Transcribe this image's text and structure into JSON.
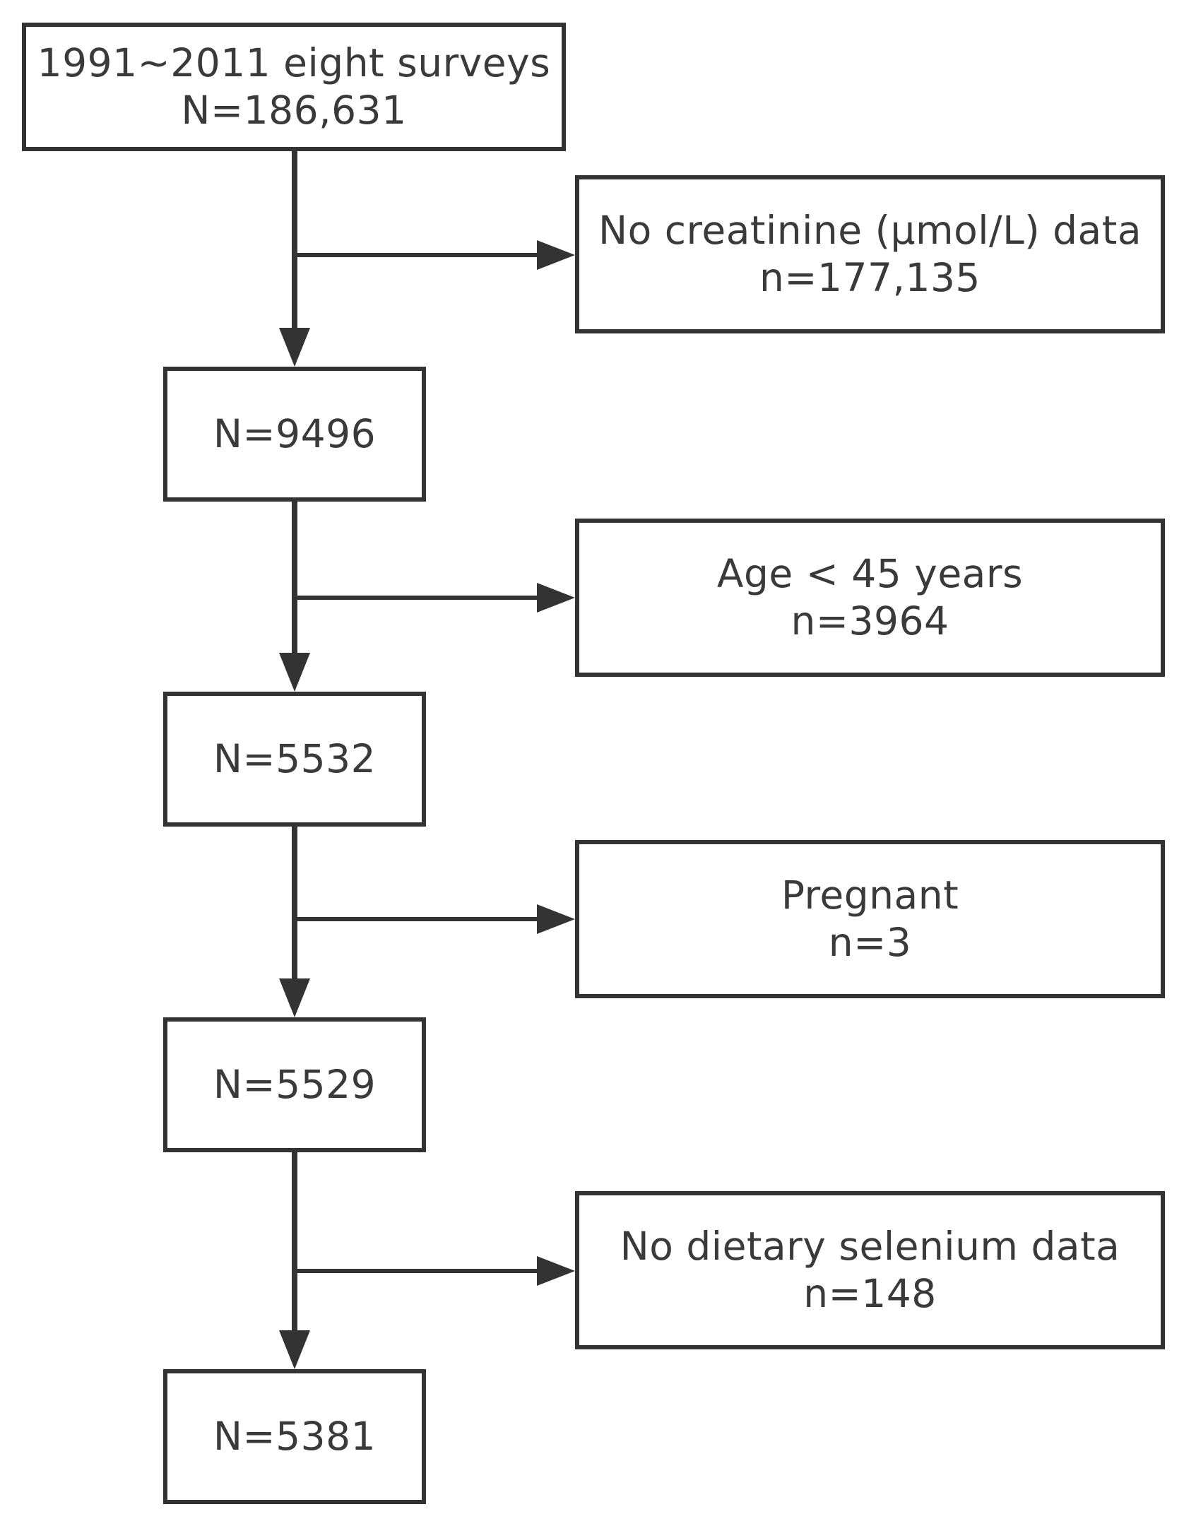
{
  "flowchart": {
    "start": {
      "line1": "1991~2011 eight surveys",
      "line2": "N=186,631"
    },
    "steps": [
      {
        "exclusion": {
          "reason": "No creatinine (μmol/L) data",
          "count": "n=177,135"
        },
        "remaining": "N=9496"
      },
      {
        "exclusion": {
          "reason": "Age < 45 years",
          "count": "n=3964"
        },
        "remaining": "N=5532"
      },
      {
        "exclusion": {
          "reason": "Pregnant",
          "count": "n=3"
        },
        "remaining": "N=5529"
      },
      {
        "exclusion": {
          "reason": "No dietary selenium data",
          "count": "n=148"
        },
        "remaining": "N=5381"
      }
    ]
  },
  "colors": {
    "line": "#333333",
    "text": "#3a3a3a",
    "background": "#ffffff"
  }
}
